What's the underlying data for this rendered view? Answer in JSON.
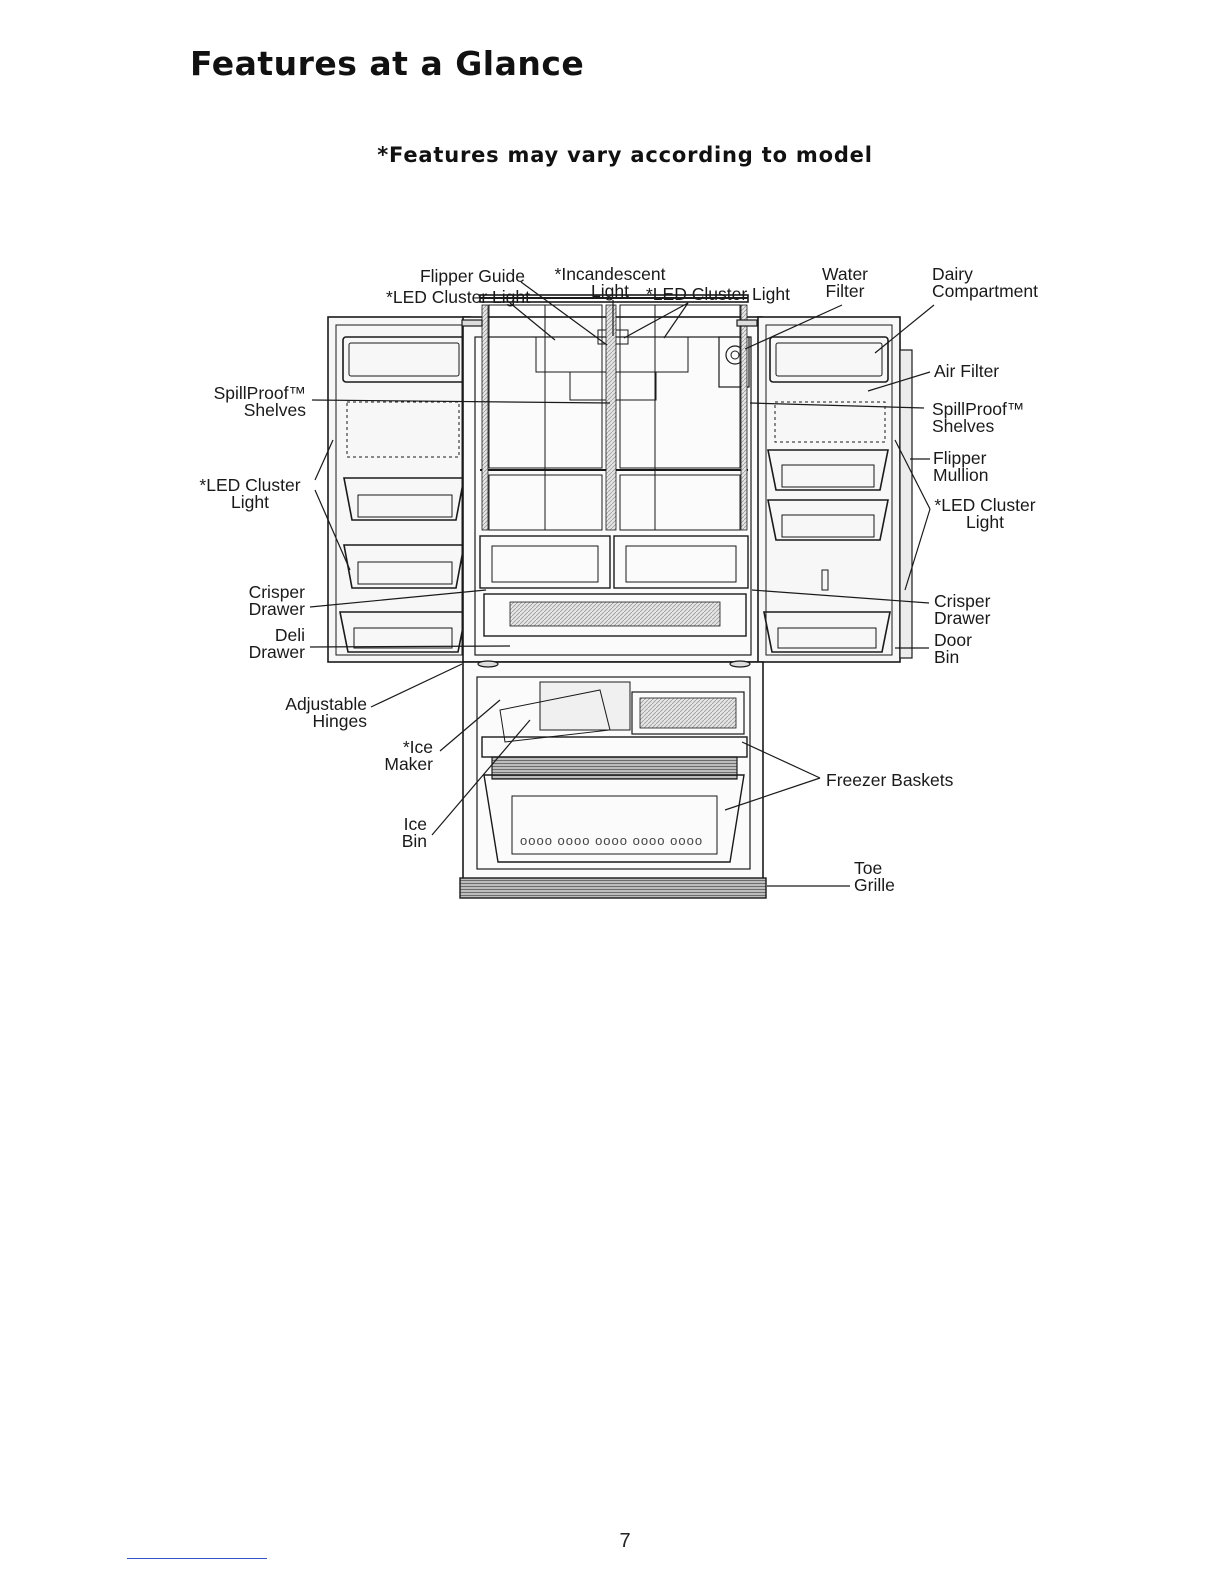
{
  "page": {
    "title": "Features at a Glance",
    "subtitle": "*Features may vary according to model",
    "page_number": "7"
  },
  "labels": {
    "flipper_guide": "Flipper Guide",
    "led_cluster_light_top_left": "*LED Cluster Light",
    "incandescent_light": "*Incandescent\nLight",
    "led_cluster_light_top_right": "*LED Cluster Light",
    "water_filter": "Water\nFilter",
    "dairy_compartment": "Dairy\nCompartment",
    "spillproof_shelves_left": "SpillProof™\nShelves",
    "air_filter": "Air Filter",
    "spillproof_shelves_right": "SpillProof™\nShelves",
    "flipper_mullion": "Flipper\nMullion",
    "led_cluster_light_left": "*LED Cluster\nLight",
    "led_cluster_light_right": "*LED Cluster\nLight",
    "crisper_drawer_left": "Crisper\nDrawer",
    "crisper_drawer_right": "Crisper\nDrawer",
    "deli_drawer": "Deli\nDrawer",
    "door_bin": "Door\nBin",
    "adjustable_hinges": "Adjustable\nHinges",
    "ice_maker": "*Ice\nMaker",
    "freezer_baskets": "Freezer Baskets",
    "ice_bin": "Ice\nBin",
    "toe_grille": "Toe\nGrille"
  },
  "basket_vents": "oooo oooo oooo oooo oooo",
  "colors": {
    "ink": "#1a1a1a",
    "shade": "#cfcfcf",
    "link_line": "#3355cc"
  }
}
